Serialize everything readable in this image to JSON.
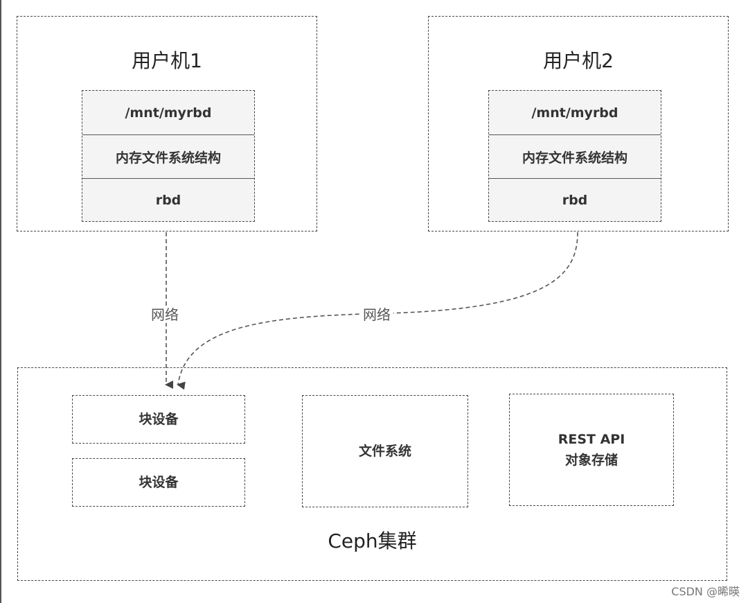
{
  "hosts": [
    {
      "title": "用户机1",
      "layers": [
        "/mnt/myrbd",
        "内存文件系统结构",
        "rbd"
      ]
    },
    {
      "title": "用户机2",
      "layers": [
        "/mnt/myrbd",
        "内存文件系统结构",
        "rbd"
      ]
    }
  ],
  "network": {
    "label_left": "网络",
    "label_curve": "网络"
  },
  "cluster": {
    "title": "Ceph集群",
    "block_device_1": "块设备",
    "block_device_2": "块设备",
    "filesystem": "文件系统",
    "rest_api": "REST API",
    "object_storage": "对象存储"
  },
  "watermark": "CSDN @晞暎"
}
